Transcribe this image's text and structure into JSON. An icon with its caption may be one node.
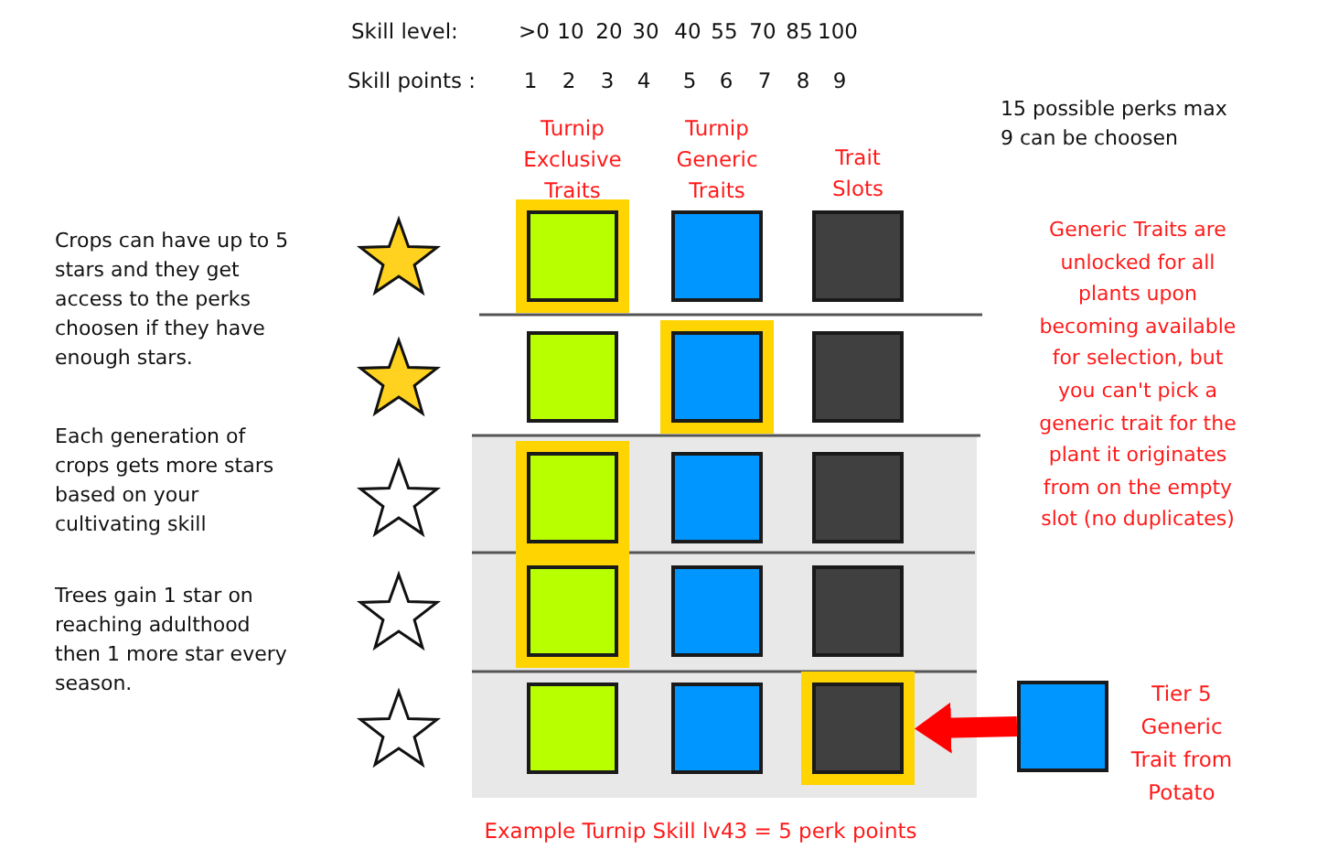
{
  "diagram": {
    "nodes": [
      {
        "text": [],
        "shape": "box"
      },
      {
        "text": [],
        "shape": "box"
      },
      {
        "text": [],
        "shape": "box"
      },
      {
        "text": [],
        "shape": "box"
      },
      {
        "text": [],
        "shape": "box"
      },
      {
        "text": [],
        "shape": "box"
      },
      {
        "text": [],
        "shape": "box"
      },
      {
        "text": [],
        "shape": "box"
      },
      {
        "text": [],
        "shape": "box"
      },
      {
        "text": [],
        "shape": "box"
      },
      {
        "text": [],
        "shape": "box"
      },
      {
        "text": [],
        "shape": "box"
      },
      {
        "text": [],
        "shape": "box"
      },
      {
        "text": [],
        "shape": "box"
      },
      {
        "text": [],
        "shape": "box"
      },
      {
        "text": [],
        "shape": "box",
        "beside": [
          "Tier 5 Generic Trait from Potato"
        ]
      }
    ],
    "edges": [
      {
        "from": 15,
        "to": 14,
        "arrow": "to",
        "color": "#ff0000"
      }
    ],
    "labels": [
      "Skill level:",
      ">0",
      "10",
      "20",
      "30",
      "40",
      "55",
      "70",
      "85",
      "100",
      "Skill points :",
      "1",
      "2",
      "3",
      "4",
      "5",
      "6",
      "7",
      "8",
      "9",
      "Turnip Exclusive Traits",
      "Turnip Generic Traits",
      "Trait Slots",
      "15 possible perks max 9 can be choosen",
      "Crops can have up to 5 stars and they get access to the perks choosen if they have enough stars.",
      "Generic Traits are unlocked for all plants upon becoming available for selection, but you can't pick a generic trait for the plant it originates from on the empty slot (no duplicates)",
      "Each generation of crops gets more stars based on your cultivating skill",
      "Trees gain 1 star on reaching adulthood then 1 more star every season.",
      "Example Turnip Skill lv43 = 5 perk points"
    ]
  }
}
